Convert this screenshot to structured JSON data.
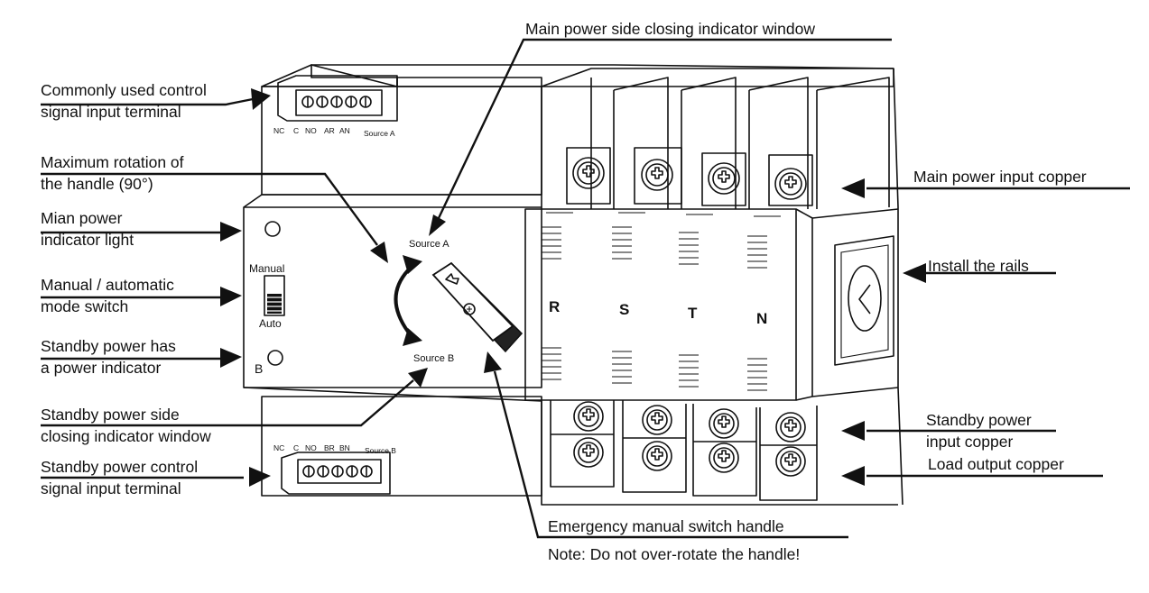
{
  "callouts": {
    "main_closing_window": "Main power side closing indicator window",
    "control_terminal_a_l1": "Commonly used control",
    "control_terminal_a_l2": "signal input terminal",
    "max_rotation_l1": "Maximum rotation of",
    "max_rotation_l2": "the handle (90°)",
    "main_indicator_l1": "Mian power",
    "main_indicator_l2": "indicator light",
    "mode_switch_l1": "Manual / automatic",
    "mode_switch_l2": "mode switch",
    "standby_indicator_l1": "Standby power has",
    "standby_indicator_l2": "a power indicator",
    "standby_closing_l1": "Standby power side",
    "standby_closing_l2": "closing indicator window",
    "control_terminal_b_l1": "Standby power control",
    "control_terminal_b_l2": "signal input terminal",
    "main_input_copper": "Main power input copper",
    "install_rails": "Install the rails",
    "standby_input_l1": "Standby power",
    "standby_input_l2": "input copper",
    "load_output": "Load output copper",
    "emergency_handle": "Emergency manual switch handle",
    "note": "Note: Do not over-rotate the handle!"
  },
  "device": {
    "terminal_a_labels": [
      "NC",
      "C",
      "NO",
      "AR",
      "AN",
      "Source A"
    ],
    "terminal_b_labels": [
      "NC",
      "C",
      "NO",
      "BR",
      "BN",
      "Source B"
    ],
    "source_a": "Source A",
    "source_b": "Source B",
    "manual": "Manual",
    "auto": "Auto",
    "b_mark": "B",
    "phases": [
      "R",
      "S",
      "T",
      "N"
    ]
  }
}
